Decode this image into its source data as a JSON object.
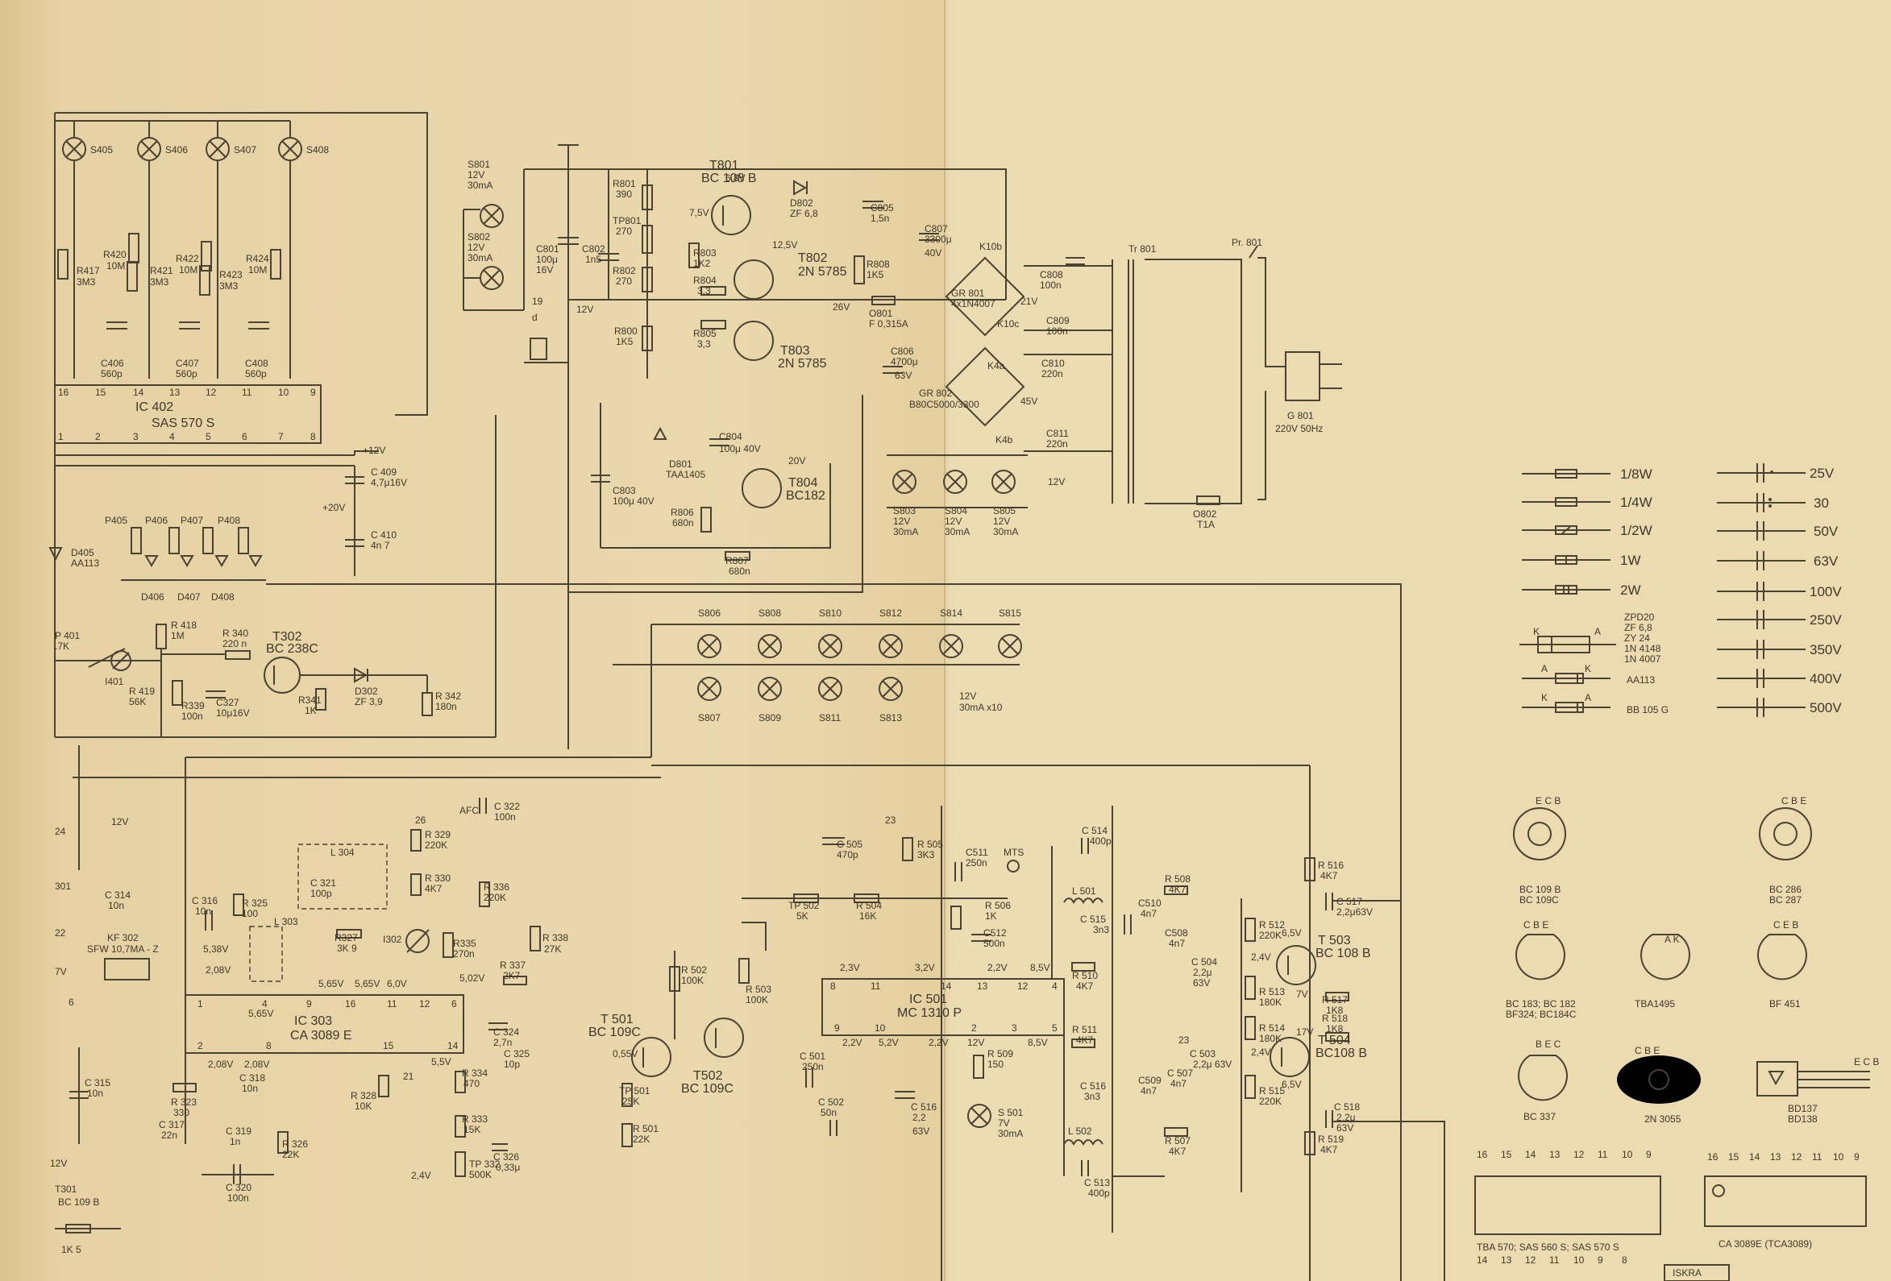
{
  "supply": {
    "lamps": [
      {
        "name": "S801",
        "l1": "12V",
        "l2": "30mA"
      },
      {
        "name": "S802",
        "l1": "12V",
        "l2": "30mA"
      }
    ],
    "lamps_bottom": [
      {
        "name": "S803",
        "l1": "12V",
        "l2": "30mA"
      },
      {
        "name": "S804",
        "l1": "12V",
        "l2": "30mA"
      },
      {
        "name": "S805",
        "l1": "12V",
        "l2": "30mA"
      }
    ],
    "t801": {
      "name": "T801",
      "type": "BC 108 B"
    },
    "t802": {
      "name": "T802",
      "type": "2N 5785"
    },
    "t803": {
      "name": "T803",
      "type": "2N 5785"
    },
    "t804": {
      "name": "T804",
      "type": "BC182"
    },
    "labels": {
      "r801": "R801",
      "r801v": "390",
      "tp801": "TP801",
      "tp801v": "270",
      "r802": "R802",
      "r802v": "270",
      "r800": "R800",
      "r800v": "1K5",
      "c801": "C801",
      "c801v": "100μ",
      "c801v2": "16V",
      "c802": "C802",
      "c802v": "1n5",
      "r803": "R803",
      "r803v": "1K2",
      "r804": "R804",
      "r804v": "3,3",
      "r805": "R805",
      "r805v": "3,3",
      "r808": "R808",
      "r808v": "1K5",
      "d802": "D802",
      "d802v": "ZF 6,8",
      "v68": "6,8V",
      "v75": "7,5V",
      "v125": "12,5V",
      "c805": "C805",
      "c805v": "1,5n",
      "c807": "C807",
      "c807v": "3300μ",
      "c807v2": "40V",
      "k10b": "K10b",
      "k10c": "K10c",
      "k4a": "K4a",
      "k4b": "K4b",
      "gr801": "GR 801",
      "gr801v": "4x1N4007",
      "gr802": "GR 802",
      "gr802v": "B80C5000/3300",
      "v21": "21V",
      "v45": "45V",
      "v12": "12V",
      "v26": "26V",
      "v12b": "12V",
      "v20": "20V",
      "o801": "O801",
      "o801v": "F 0,315A",
      "c806": "C806",
      "c806v": "4700μ",
      "c806v2": "63V",
      "c808": "C808",
      "c808v": "100n",
      "c809": "C809",
      "c809v": "100n",
      "c810": "C810",
      "c810v": "220n",
      "c811": "C811",
      "c811v": "220n",
      "tr801": "Tr 801",
      "pr801": "Pr. 801",
      "g801": "G 801",
      "g801v": "220V 50Hz",
      "o802": "O802",
      "o802v": "T1A",
      "d801": "D801",
      "d801v": "TAA1405",
      "c804": "C804",
      "c804v": "100μ 40V",
      "c803": "C803",
      "c803v": "100μ 40V",
      "r806": "R806",
      "r806v": "680n",
      "r807": "R807",
      "r807v": "680n",
      "n19": "19",
      "nd": "d"
    }
  },
  "ic402": {
    "name": "IC 402",
    "type": "SAS 570 S",
    "lamps": [
      "S405",
      "S406",
      "S407",
      "S408"
    ],
    "top_pins": [
      "16",
      "15",
      "14",
      "13",
      "12",
      "11",
      "10",
      "9"
    ],
    "bottom_pins": [
      "1",
      "2",
      "3",
      "4",
      "5",
      "6",
      "7",
      "8"
    ],
    "resistors": [
      {
        "name": "R417",
        "value": "3M3"
      },
      {
        "name": "R420",
        "value": "10M"
      },
      {
        "name": "R421",
        "value": "3M3"
      },
      {
        "name": "R422",
        "value": "10M"
      },
      {
        "name": "R423",
        "value": "3M3"
      },
      {
        "name": "R424",
        "value": "10M"
      }
    ],
    "caps": [
      {
        "name": "C406",
        "value": "560p"
      },
      {
        "name": "C407",
        "value": "560p"
      },
      {
        "name": "C408",
        "value": "560p"
      }
    ],
    "c409": "C 409",
    "c409v": "4,7μ16V",
    "c410": "C 410",
    "c410v": "4n 7",
    "v12": "+12V",
    "v20": "+20V",
    "pots": [
      "P405",
      "P406",
      "P407",
      "P408"
    ],
    "diodes": [
      "D406",
      "D407",
      "D408"
    ],
    "d405": "D405",
    "d405v": "AA113",
    "p401": "P 401",
    "p401v": ".7K",
    "i401": "I401",
    "r418": "R 418",
    "r418v": "1M",
    "r419": "R 419",
    "r419v": "56K",
    "r340": "R 340",
    "r340v": "220 n",
    "t302": "T302",
    "t302v": "BC 238C",
    "r339": "R339",
    "r339v": "100n",
    "c327": "C327",
    "c327v": "10μ16V",
    "r341": "R341",
    "r341v": "1K",
    "d302": "D302",
    "d302v": "ZF 3,9",
    "r342": "R 342",
    "r342v": "180n"
  },
  "lampbank": {
    "top": [
      "S806",
      "S808",
      "S810",
      "S812",
      "S814",
      "S815"
    ],
    "bottom": [
      "S807",
      "S809",
      "S811",
      "S813"
    ],
    "note1": "12V",
    "note2": "30mA  x10"
  },
  "ic303": {
    "name": "IC 303",
    "type": "CA 3089 E",
    "top_pins": [
      "1",
      "4",
      "9",
      "16",
      "11",
      "12",
      "6"
    ],
    "bottom_pins": [
      "2",
      "8",
      "15",
      "14"
    ],
    "labels": {
      "n26": "26",
      "afc": "AFC",
      "c322": "C 322",
      "c322v": "100n",
      "r329": "R 329",
      "r329v": "220K",
      "r330": "R 330",
      "r330v": "4K7",
      "l304": "L 304",
      "c321": "C 321",
      "c321v": "100p",
      "r336": "R 336",
      "r336v": "220K",
      "l303": "L 303",
      "r327": "R327",
      "r327v": "3K 9",
      "i302": "I302",
      "r335": "R335",
      "r335v": "270n",
      "r338": "R 338",
      "r338v": "27K",
      "r337": "R 337",
      "r337v": "2K7",
      "r325": "R 325",
      "r325v": "100",
      "c316": "C 316",
      "c316v": "10n",
      "v538": "5,38V",
      "v208": "2,08V",
      "v565": "5,65V",
      "v565b": "5,65V",
      "v565c": "5,65V",
      "v60": "6,0V",
      "v502": "5,02V",
      "v55": "5,5V",
      "v208b": "2,08V",
      "v208c": "2,08V",
      "kf302": "KF 302",
      "kf302v": "SFW 10,7MA - Z",
      "c314": "C 314",
      "c314v": "10n",
      "c315": "C 315",
      "c315v": "10n",
      "n12v": "12V",
      "n24": "24",
      "n301": "301",
      "n22": "22",
      "c324": "C 324",
      "c324v": "2,7n",
      "c325": "C 325",
      "c325v": "10p",
      "r334": "R 334",
      "r334v": "470",
      "r333": "R 333",
      "r333v": "15K",
      "tp332": "TP 332",
      "tp332v": "500K",
      "c326": "C 326",
      "c326v": "0,33μ",
      "r328": "R 328",
      "r328v": "10K",
      "n21": "21",
      "v24": "2,4V",
      "r326": "R 326",
      "r326v": "22K",
      "c319": "C 319",
      "c319v": "1n",
      "c318": "C 318",
      "c318v": "10n",
      "c317": "C 317",
      "c317v": "22n",
      "r323": "R 323",
      "r323v": "330",
      "c320": "C 320",
      "c320v": "100n",
      "t301": "T301",
      "t301v": "BC 109 B",
      "r1k5": "1K 5",
      "n7v": "7V",
      "n6": "6",
      "n12v2": "12V"
    }
  },
  "ic501": {
    "name": "IC 501",
    "type": "MC 1310 P",
    "top_pins": [
      "8",
      "11",
      "14",
      "13",
      "12",
      "4"
    ],
    "bottom_pins": [
      "9",
      "10",
      "2",
      "3",
      "5"
    ],
    "labels": {
      "n23": "23",
      "c505": "C 505",
      "c505v": "470p",
      "r505": "R 505",
      "r505v": "3K3",
      "c511": "C511",
      "c511v": "250n",
      "mts": "MTS",
      "tp502": "TP 502",
      "tp502v": "5K",
      "r504": "R 504",
      "r504v": "16K",
      "r506": "R 506",
      "r506v": "1K",
      "c512": "C512",
      "c512v": "500n",
      "r502": "R 502",
      "r502v": "100K",
      "r503": "R 503",
      "r503v": "100K",
      "v23": "2,3V",
      "v32": "3,2V",
      "v22": "2,2V",
      "v85": "8,5V",
      "v22b": "2,2V",
      "v52": "5,2V",
      "v22c": "2,2V",
      "v12": "12V",
      "v85b": "8,5V",
      "v055": "0,55V",
      "t501": "T 501",
      "t501v": "BC 109C",
      "t502": "T502",
      "t502v": "BC 109C",
      "tp501": "TP 501",
      "tp501v": "25K",
      "r501": "R 501",
      "r501v": "22K",
      "c501": "C 501",
      "c501v": "250n",
      "c502": "C 502",
      "c502v": "50n",
      "c516": "C 516",
      "c516v": "2,2",
      "c516v2": "63V",
      "r509": "R 509",
      "r509v": "150",
      "s501": "S 501",
      "s501v": "7V",
      "s501v2": "30mA",
      "c514": "C 514",
      "c514v": "400p",
      "l501": "L 501",
      "c515": "C 515",
      "c515v": "3n3",
      "r508": "R 508",
      "r508v": "4K7",
      "c510": "C510",
      "c510v": "4n7",
      "c508": "C508",
      "c508v": "4n7",
      "r510": "R 510",
      "r510v": "4K7",
      "r511": "R 511",
      "r511v": "4K7",
      "c516b": "C 516",
      "c516bv": "3n3",
      "l502": "L 502",
      "c513": "C 513",
      "c513v": "400p",
      "c509": "C509",
      "c509v": "4n7",
      "r507": "R 507",
      "r507v": "4K7",
      "c504": "C 504",
      "c504v": "2,2μ",
      "c504v2": "63V",
      "c503": "C 503",
      "c503v": "2,2μ 63V",
      "c507": "C 507",
      "c507v": "4n7",
      "n23b": "23",
      "r516": "R 516",
      "r516v": "4K7",
      "c517": "C 517",
      "c517v": "2,2μ63V",
      "r512": "R 512",
      "r512v": "220K",
      "v65": "6,5V",
      "v24": "2,4V",
      "v7": "7V",
      "t503": "T 503",
      "t503v": "BC 108 B",
      "r513": "R 513",
      "r513v": "180K",
      "r517": "R 517",
      "r517v": "1K8",
      "r518": "R 518",
      "r518v": "1K8",
      "r514": "R 514",
      "r514v": "180K",
      "v17": "17V",
      "v24b": "2,4V",
      "t504": "T 504",
      "t504v": "BC108 B",
      "r515": "R 515",
      "r515v": "220K",
      "v65b": "6,5V",
      "c518": "C 518",
      "c518v": "2,2μ",
      "c518v2": "63V",
      "r519": "R 519",
      "r519v": "4K7"
    }
  },
  "legend": {
    "resistors": [
      "1/8W",
      "1/4W",
      "1/2W",
      "1W",
      "2W"
    ],
    "caps": [
      "25V",
      "30",
      "50V",
      "63V",
      "100V",
      "250V",
      "350V",
      "400V",
      "500V"
    ],
    "zener_types": [
      "ZPD20",
      "ZF 6,8",
      "ZY 24",
      "1N 4148",
      "1N 4007"
    ],
    "ka": "K",
    "aa": "A",
    "aa113": "AA113",
    "bb105g": "BB 105 G"
  },
  "packages": [
    {
      "pins": "E C B",
      "line1": "BC 109 B",
      "line2": "BC 109C"
    },
    {
      "pins": "C B E",
      "line1": "BC 286",
      "line2": "BC 287"
    },
    {
      "pins": "C B E",
      "line1": "BC 183; BC 182",
      "line2": "BF324; BC184C"
    },
    {
      "pins": "A K",
      "line1": "TBA1495",
      "line2": ""
    },
    {
      "pins": "C E B",
      "line1": "BF 451",
      "line2": ""
    },
    {
      "pins": "B E C",
      "line1": "BC 337",
      "line2": ""
    },
    {
      "pins": "C B E",
      "line1": "2N 3055",
      "line2": ""
    },
    {
      "pins": "E C B",
      "line1": "BD137",
      "line2": "BD138"
    }
  ],
  "dip_left": {
    "top": [
      "16",
      "15",
      "14",
      "13",
      "12",
      "11",
      "10",
      "9"
    ],
    "bottom": [
      "14",
      "13",
      "12",
      "11",
      "10",
      "9",
      "8"
    ],
    "caption": "TBA 570; SAS 560 S; SAS 570 S"
  },
  "dip_right": {
    "top": [
      "16",
      "15",
      "14",
      "13",
      "12",
      "11",
      "10",
      "9"
    ],
    "caption": "CA 3089E  (TCA3089)"
  },
  "iskra": "ISKRA"
}
